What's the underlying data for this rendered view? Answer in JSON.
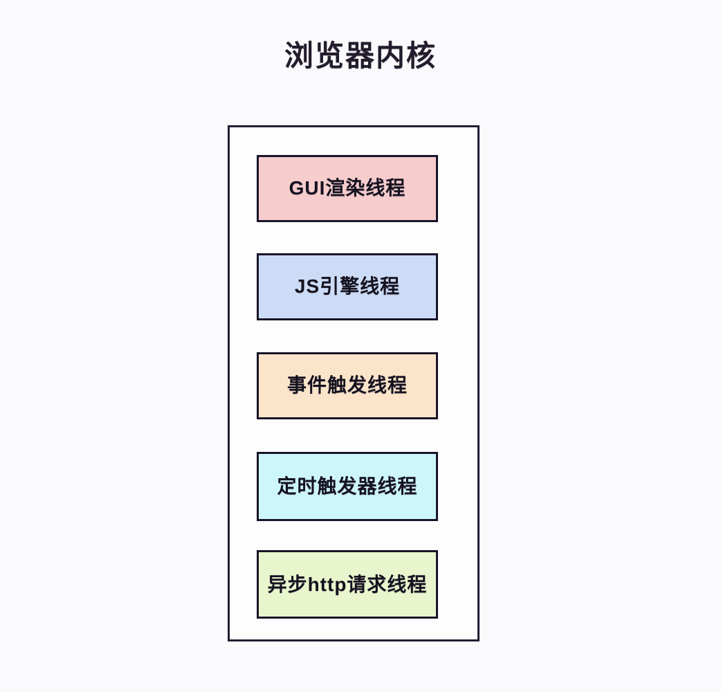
{
  "diagram": {
    "title": "浏览器内核",
    "container_name": "browser-kernel",
    "colors": {
      "page_background": "#fafafc",
      "container_background": "#fdfdfe",
      "container_border": "#241c33",
      "box_border": "#181427",
      "text": "#15121f"
    },
    "threads": [
      {
        "id": "gui",
        "label": "GUI渲染线程",
        "fill": "#f6cccd"
      },
      {
        "id": "js",
        "label": "JS引擎线程",
        "fill": "#ccdcf6"
      },
      {
        "id": "event",
        "label": "事件触发线程",
        "fill": "#fce4ca"
      },
      {
        "id": "timer",
        "label": "定时触发器线程",
        "fill": "#cdf6fb"
      },
      {
        "id": "http",
        "label": "异步http请求线程",
        "fill": "#e9f5cd"
      }
    ]
  }
}
